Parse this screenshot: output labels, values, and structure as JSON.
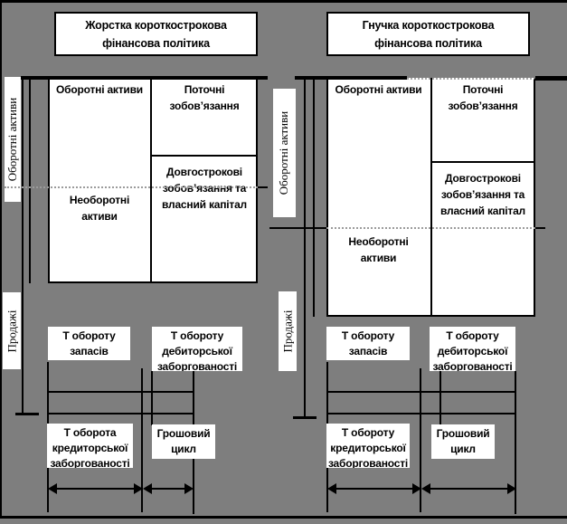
{
  "colors": {
    "background": "#7e7e7e",
    "line": "#000000",
    "box_fill": "#ffffff",
    "dotted_line": "#9b9b9b"
  },
  "diagrams": [
    {
      "title": [
        "Жорстка короткострокова",
        "фінансова політика"
      ],
      "y_axis_label": "Оборотні активи",
      "x_axis_label": "Продажі",
      "quadrants": {
        "current_assets": "Оборотні активи",
        "current_liabilities": [
          "Поточні",
          "зобов’язання"
        ],
        "long_term": [
          "Довгострокові",
          "зобов’язання та",
          "власний капітал"
        ],
        "non_current_assets": [
          "Необоротні",
          "активи"
        ]
      },
      "periods": {
        "inventory": [
          "Т обороту",
          "запасів"
        ],
        "receivables": [
          "Т обороту",
          "дебиторської",
          "заборгованості"
        ],
        "payables": [
          "Т оборота",
          "кредиторської",
          "заборгованості"
        ],
        "cash_cycle": [
          "Грошовий",
          "цикл"
        ]
      }
    },
    {
      "title": [
        "Гнучка короткострокова",
        "фінансова політика"
      ],
      "y_axis_label": "Оборотні активи",
      "x_axis_label": "Продажі",
      "quadrants": {
        "current_assets": "Оборотні активи",
        "current_liabilities": [
          "Поточні",
          "зобов’язання"
        ],
        "long_term": [
          "Довгострокові",
          "зобов’язання та",
          "власний капітал"
        ],
        "non_current_assets": [
          "Необоротні",
          "активи"
        ]
      },
      "periods": {
        "inventory": [
          "Т обороту",
          "запасів"
        ],
        "receivables": [
          "Т обороту",
          "дебиторської",
          "заборгованості"
        ],
        "payables": [
          "Т обороту",
          "кредиторської",
          "заборгованості"
        ],
        "cash_cycle": [
          "Грошовий",
          "цикл"
        ]
      }
    }
  ]
}
